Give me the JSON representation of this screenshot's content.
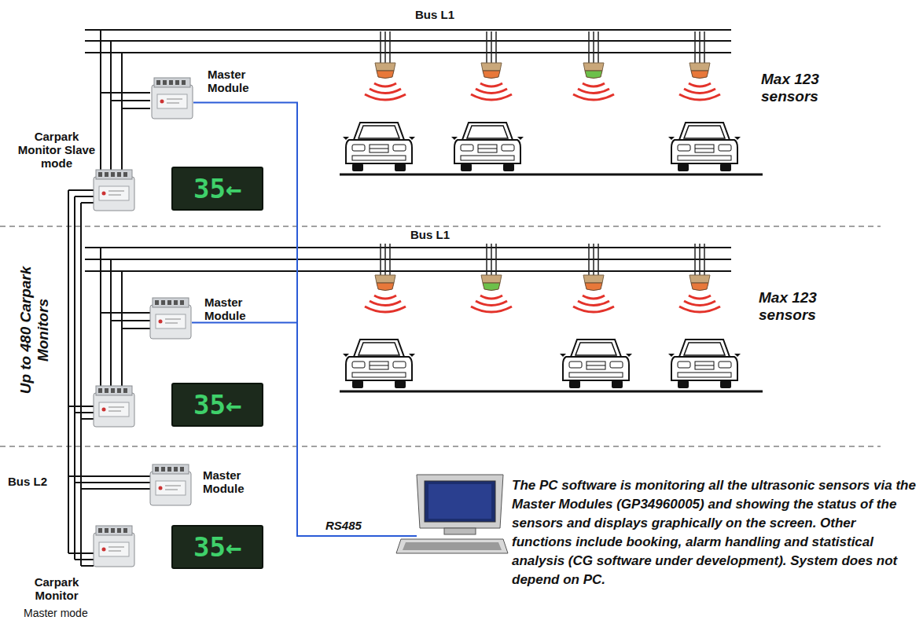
{
  "diagram": {
    "nodes": [
      {
        "text": [
          "Master Module"
        ]
      },
      {
        "text": [
          "Carpark Monitor Slave mode"
        ]
      },
      {
        "text": [
          "35←"
        ]
      },
      {
        "text": [
          "Master Module"
        ]
      },
      {
        "text": [
          "35←"
        ]
      },
      {
        "text": [
          "Master Module"
        ]
      },
      {
        "text": [
          "Carpark Monitor",
          "Master mode"
        ]
      },
      {
        "text": [
          "35←"
        ]
      }
    ],
    "edges": [
      {
        "from": 0,
        "to": 3,
        "arrow": "none"
      }
    ],
    "labels": [
      "Bus L1",
      "Max 123 sensors",
      "Bus L1",
      "Max 123 sensors",
      "Up to 480 Carpark Monitors",
      "Bus L2",
      "RS485",
      "The PC software is monitoring all the ultrasonic sensors via the Master Modules (GP34960005) and showing the status of the sensors and displays graphically on the screen. Other functions include booking, alarm handling and statistical analysis (CG software under development). System does not depend on PC."
    ]
  }
}
